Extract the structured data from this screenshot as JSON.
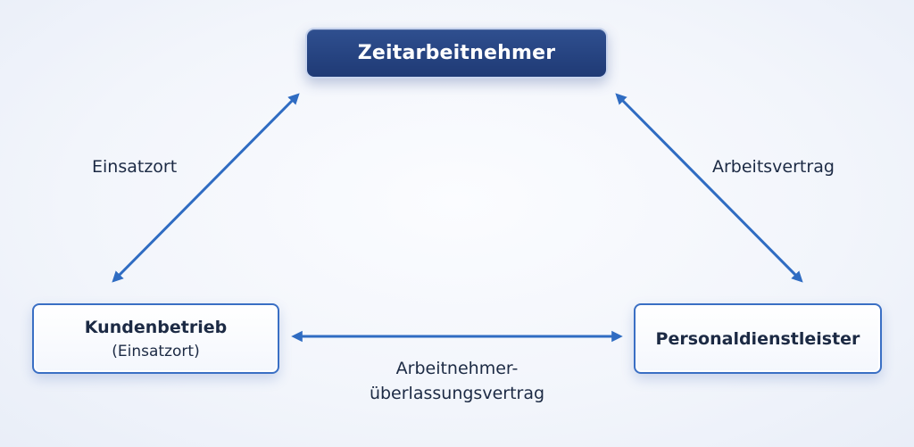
{
  "nodes": {
    "top": {
      "label": "Zeitarbeitnehmer"
    },
    "left": {
      "label": "Kundenbetrieb",
      "sublabel": "(Einsatzort)"
    },
    "right": {
      "label": "Personaldienstleister"
    }
  },
  "edges": {
    "left": {
      "label": "Einsatzort"
    },
    "right": {
      "label": "Arbeitsvertrag"
    },
    "bottom": {
      "line1": "Arbeitnehmer-",
      "line2": "überlassungsvertrag"
    }
  },
  "colors": {
    "arrow": "#2f6cc2",
    "top_node_fill": "#24427f",
    "outline": "#3a6fc4",
    "text": "#1c2a44"
  }
}
